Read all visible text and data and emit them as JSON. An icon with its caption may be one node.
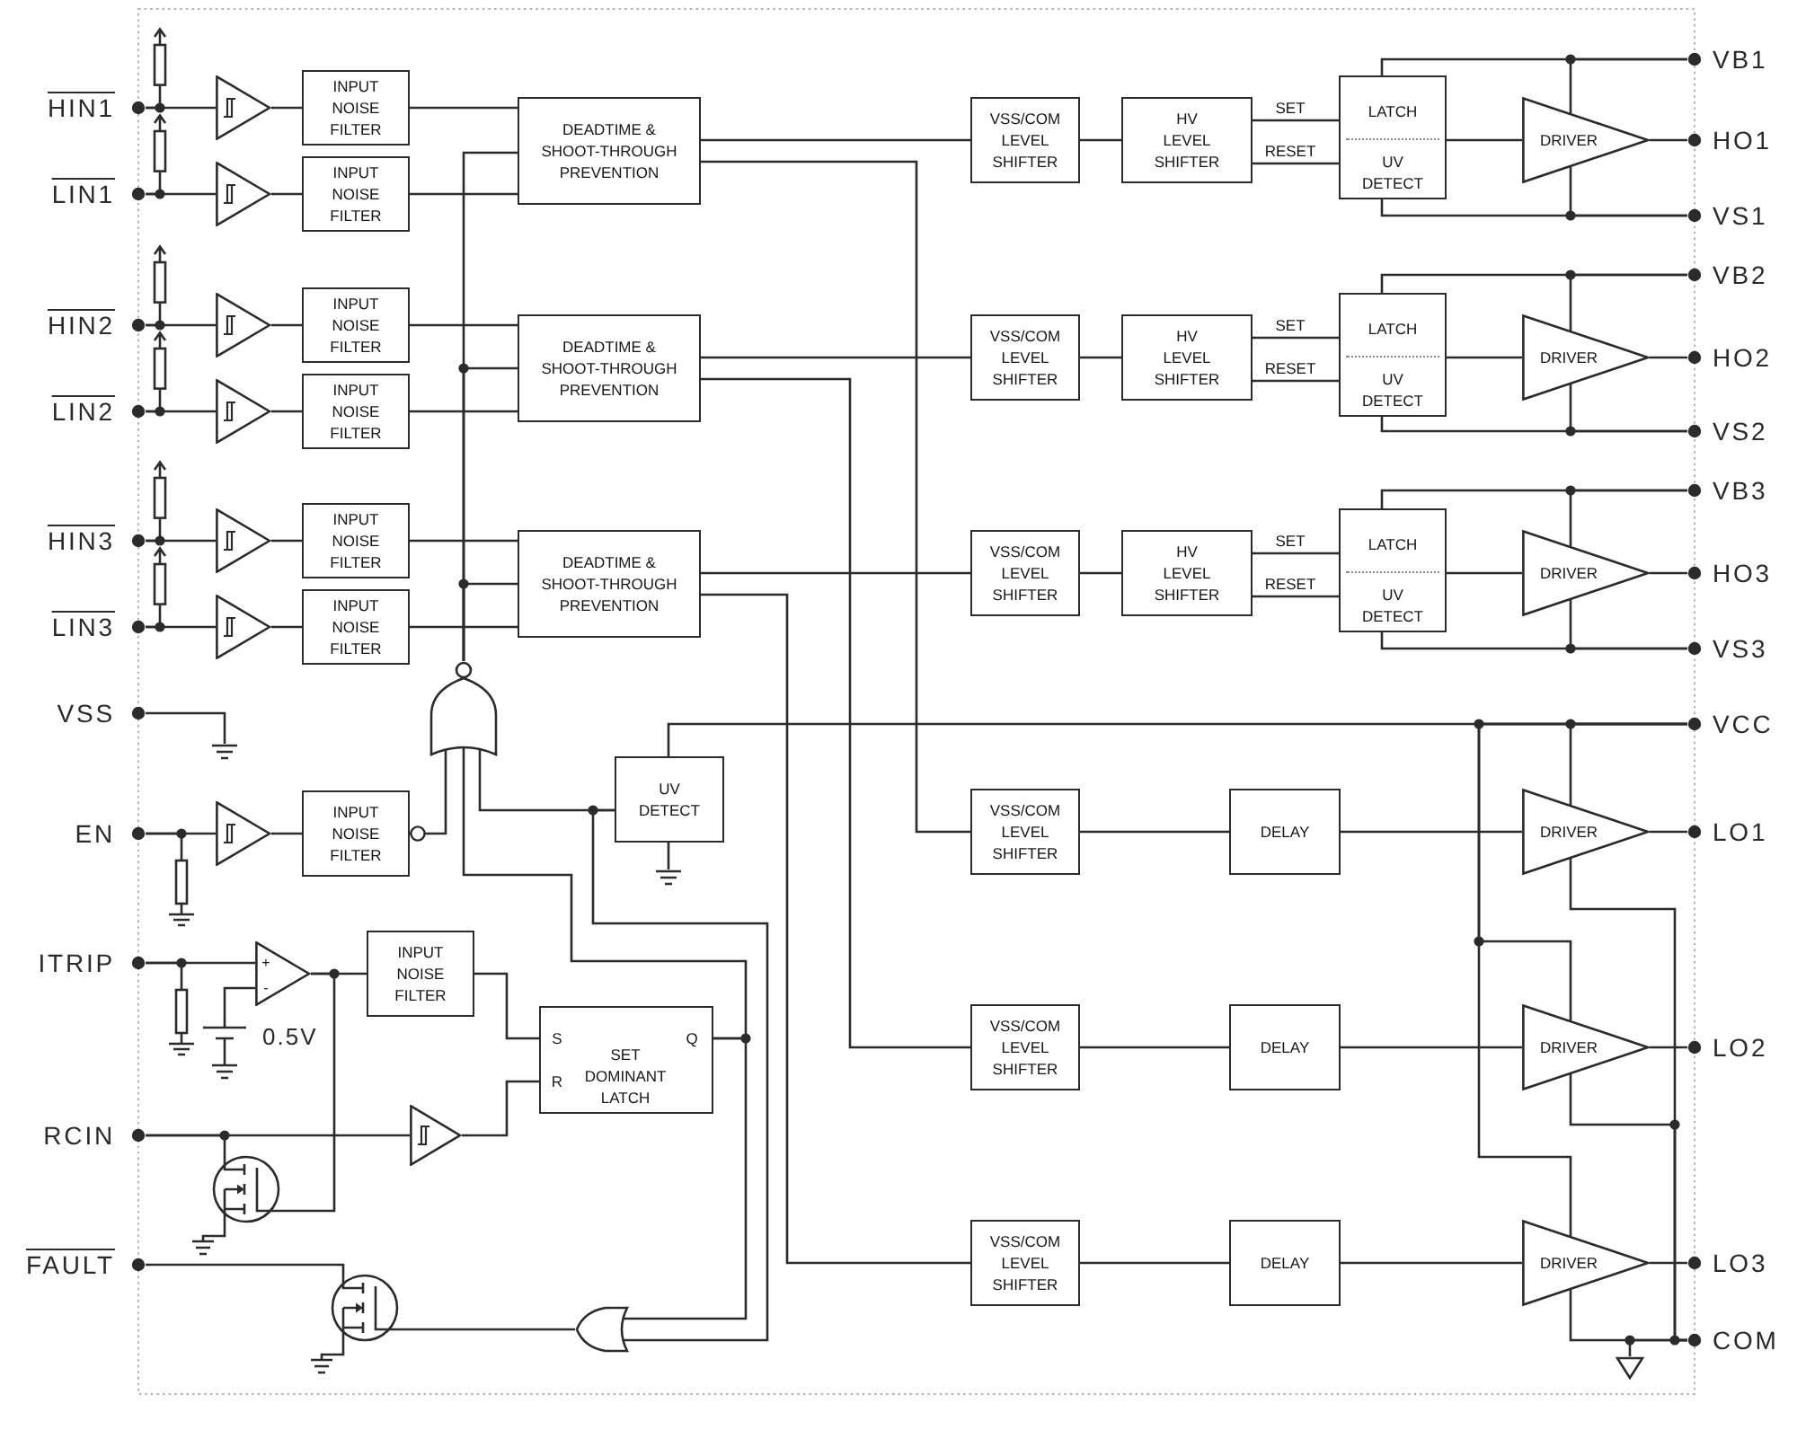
{
  "diagram": {
    "nodes": [
      {
        "text": [
          "HIN1"
        ]
      },
      {
        "text": [],
        "shape": "box"
      },
      {
        "text": [],
        "shape": "triangle"
      },
      {
        "text": [
          "INPUT NOISE FILTER"
        ]
      },
      {
        "text": [
          "LIN1"
        ]
      },
      {
        "text": [],
        "shape": "box"
      },
      {
        "text": [],
        "shape": "triangle"
      },
      {
        "text": [
          "INPUT NOISE FILTER"
        ]
      },
      {
        "text": [
          "DEADTIME & SHOOT-THROUGH PREVENTION"
        ]
      },
      {
        "text": [
          "VSS/COM LEVEL SHIFTER"
        ]
      },
      {
        "text": [
          "HV LEVEL SHIFTER"
        ]
      },
      {
        "text": [
          "LATCH",
          "UV DETECT"
        ]
      },
      {
        "text": [
          "DRIVER"
        ]
      },
      {
        "text": [
          "VB1"
        ]
      },
      {
        "text": [
          "HO1"
        ]
      },
      {
        "text": [
          "VS1"
        ]
      },
      {
        "text": [
          "HIN2"
        ]
      },
      {
        "text": [],
        "shape": "box"
      },
      {
        "text": [],
        "shape": "triangle"
      },
      {
        "text": [
          "INPUT NOISE FILTER"
        ]
      },
      {
        "text": [
          "LIN2"
        ]
      },
      {
        "text": [],
        "shape": "box"
      },
      {
        "text": [],
        "shape": "triangle"
      },
      {
        "text": [
          "INPUT NOISE FILTER"
        ]
      },
      {
        "text": [
          "DEADTIME & SHOOT-THROUGH PREVENTION"
        ]
      },
      {
        "text": [
          "VSS/COM LEVEL SHIFTER"
        ]
      },
      {
        "text": [
          "HV LEVEL SHIFTER"
        ]
      },
      {
        "text": [
          "LATCH",
          "UV DETECT"
        ]
      },
      {
        "text": [
          "DRIVER"
        ]
      },
      {
        "text": [
          "VB2"
        ]
      },
      {
        "text": [
          "HO2"
        ]
      },
      {
        "text": [
          "VS2"
        ]
      },
      {
        "text": [
          "HIN3"
        ]
      },
      {
        "text": [],
        "shape": "box"
      },
      {
        "text": [],
        "shape": "triangle"
      },
      {
        "text": [
          "INPUT NOISE FILTER"
        ]
      },
      {
        "text": [
          "LIN3"
        ]
      },
      {
        "text": [],
        "shape": "box"
      },
      {
        "text": [],
        "shape": "triangle"
      },
      {
        "text": [
          "INPUT NOISE FILTER"
        ]
      },
      {
        "text": [
          "DEADTIME & SHOOT-THROUGH PREVENTION"
        ]
      },
      {
        "text": [
          "VSS/COM LEVEL SHIFTER"
        ]
      },
      {
        "text": [
          "HV LEVEL SHIFTER"
        ]
      },
      {
        "text": [
          "LATCH",
          "UV DETECT"
        ]
      },
      {
        "text": [
          "DRIVER"
        ]
      },
      {
        "text": [
          "VB3"
        ]
      },
      {
        "text": [
          "HO3"
        ]
      },
      {
        "text": [
          "VS3"
        ]
      },
      {
        "text": [],
        "shape": "gate"
      },
      {
        "text": [
          "VSS"
        ]
      },
      {
        "text": [],
        "shape": "picture"
      },
      {
        "text": [
          "VCC"
        ]
      },
      {
        "text": [
          "EN"
        ]
      },
      {
        "text": [],
        "shape": "box"
      },
      {
        "text": [],
        "shape": "triangle"
      },
      {
        "text": [
          "INPUT NOISE FILTER"
        ]
      },
      {
        "text": [
          "UV DETECT"
        ]
      },
      {
        "text": [],
        "shape": "picture"
      },
      {
        "text": [
          "VSS/COM LEVEL SHIFTER"
        ]
      },
      {
        "text": [
          "DELAY"
        ]
      },
      {
        "text": [
          "DRIVER"
        ]
      },
      {
        "text": [
          "LO1"
        ]
      },
      {
        "text": [
          "ITRIP"
        ]
      },
      {
        "text": [],
        "shape": "box"
      },
      {
        "text": [
          "+",
          "-"
        ]
      },
      {
        "text": [],
        "shape": "picture",
        "beside": [
          "0.5V"
        ]
      },
      {
        "text": [
          "INPUT NOISE FILTER"
        ]
      },
      {
        "text": [
          "S",
          "R",
          "SET DOMINANT LATCH",
          "Q"
        ]
      },
      {
        "text": [
          "VSS/COM LEVEL SHIFTER"
        ]
      },
      {
        "text": [
          "DELAY"
        ]
      },
      {
        "text": [
          "DRIVER"
        ]
      },
      {
        "text": [
          "LO2"
        ]
      },
      {
        "text": [
          "RCIN"
        ]
      },
      {
        "text": [],
        "shape": "picture"
      },
      {
        "text": [],
        "shape": "triangle"
      },
      {
        "text": [
          "FAULT"
        ]
      },
      {
        "text": [],
        "shape": "picture"
      },
      {
        "text": [],
        "shape": "gate"
      },
      {
        "text": [
          "VSS/COM LEVEL SHIFTER"
        ]
      },
      {
        "text": [
          "DELAY"
        ]
      },
      {
        "text": [
          "DRIVER"
        ]
      },
      {
        "text": [
          "LO3"
        ]
      },
      {
        "text": [],
        "shape": "picture"
      },
      {
        "text": [
          "COM"
        ]
      }
    ],
    "edges": [
      {
        "from": 0,
        "to": 1,
        "arrow": "none"
      },
      {
        "from": 0,
        "to": 2,
        "arrow": "none"
      },
      {
        "from": 2,
        "to": 3,
        "arrow": "none"
      },
      {
        "from": 3,
        "to": 8,
        "arrow": "none"
      },
      {
        "from": 4,
        "to": 5,
        "arrow": "none"
      },
      {
        "from": 4,
        "to": 6,
        "arrow": "none"
      },
      {
        "from": 6,
        "to": 7,
        "arrow": "none"
      },
      {
        "from": 7,
        "to": 8,
        "arrow": "none"
      },
      {
        "from": 8,
        "to": 9,
        "arrow": "none"
      },
      {
        "from": 8,
        "to": 58,
        "arrow": "none"
      },
      {
        "from": 9,
        "to": 10,
        "arrow": "none"
      },
      {
        "from": 10,
        "to": 11,
        "label": "SET",
        "arrow": "none"
      },
      {
        "from": 10,
        "to": 11,
        "label": "RESET",
        "arrow": "none"
      },
      {
        "from": 11,
        "to": 12,
        "arrow": "none"
      },
      {
        "from": 12,
        "to": 14,
        "arrow": "none"
      },
      {
        "from": 13,
        "to": 11,
        "arrow": "none"
      },
      {
        "from": 13,
        "to": 12,
        "arrow": "none"
      },
      {
        "from": 15,
        "to": 11,
        "arrow": "none"
      },
      {
        "from": 15,
        "to": 12,
        "arrow": "none"
      },
      {
        "from": 16,
        "to": 17,
        "arrow": "none"
      },
      {
        "from": 16,
        "to": 18,
        "arrow": "none"
      },
      {
        "from": 18,
        "to": 19,
        "arrow": "none"
      },
      {
        "from": 19,
        "to": 24,
        "arrow": "none"
      },
      {
        "from": 20,
        "to": 21,
        "arrow": "none"
      },
      {
        "from": 20,
        "to": 22,
        "arrow": "none"
      },
      {
        "from": 22,
        "to": 23,
        "arrow": "none"
      },
      {
        "from": 23,
        "to": 24,
        "arrow": "none"
      },
      {
        "from": 24,
        "to": 25,
        "arrow": "none"
      },
      {
        "from": 24,
        "to": 68,
        "arrow": "none"
      },
      {
        "from": 25,
        "to": 26,
        "arrow": "none"
      },
      {
        "from": 26,
        "to": 27,
        "label": "SET",
        "arrow": "none"
      },
      {
        "from": 26,
        "to": 27,
        "label": "RESET",
        "arrow": "none"
      },
      {
        "from": 27,
        "to": 28,
        "arrow": "none"
      },
      {
        "from": 28,
        "to": 30,
        "arrow": "none"
      },
      {
        "from": 29,
        "to": 27,
        "arrow": "none"
      },
      {
        "from": 29,
        "to": 28,
        "arrow": "none"
      },
      {
        "from": 31,
        "to": 27,
        "arrow": "none"
      },
      {
        "from": 31,
        "to": 28,
        "arrow": "none"
      },
      {
        "from": 32,
        "to": 33,
        "arrow": "none"
      },
      {
        "from": 32,
        "to": 34,
        "arrow": "none"
      },
      {
        "from": 34,
        "to": 35,
        "arrow": "none"
      },
      {
        "from": 35,
        "to": 40,
        "arrow": "none"
      },
      {
        "from": 36,
        "to": 37,
        "arrow": "none"
      },
      {
        "from": 36,
        "to": 38,
        "arrow": "none"
      },
      {
        "from": 38,
        "to": 39,
        "arrow": "none"
      },
      {
        "from": 39,
        "to": 40,
        "arrow": "none"
      },
      {
        "from": 40,
        "to": 41,
        "arrow": "none"
      },
      {
        "from": 40,
        "to": 78,
        "arrow": "none"
      },
      {
        "from": 41,
        "to": 42,
        "arrow": "none"
      },
      {
        "from": 42,
        "to": 43,
        "label": "SET",
        "arrow": "none"
      },
      {
        "from": 42,
        "to": 43,
        "label": "RESET",
        "arrow": "none"
      },
      {
        "from": 43,
        "to": 44,
        "arrow": "none"
      },
      {
        "from": 44,
        "to": 46,
        "arrow": "none"
      },
      {
        "from": 45,
        "to": 43,
        "arrow": "none"
      },
      {
        "from": 45,
        "to": 44,
        "arrow": "none"
      },
      {
        "from": 47,
        "to": 43,
        "arrow": "none"
      },
      {
        "from": 47,
        "to": 44,
        "arrow": "none"
      },
      {
        "from": 48,
        "to": 8,
        "arrow": "none"
      },
      {
        "from": 48,
        "to": 24,
        "arrow": "none"
      },
      {
        "from": 48,
        "to": 40,
        "arrow": "none"
      },
      {
        "from": 49,
        "to": 50,
        "arrow": "none"
      },
      {
        "from": 51,
        "to": 56,
        "arrow": "none"
      },
      {
        "from": 51,
        "to": 60,
        "arrow": "none"
      },
      {
        "from": 51,
        "to": 70,
        "arrow": "none"
      },
      {
        "from": 51,
        "to": 80,
        "arrow": "none"
      },
      {
        "from": 52,
        "to": 53,
        "arrow": "none"
      },
      {
        "from": 52,
        "to": 54,
        "arrow": "none"
      },
      {
        "from": 54,
        "to": 55,
        "arrow": "none"
      },
      {
        "from": 55,
        "to": 48,
        "arrow": "other"
      },
      {
        "from": 56,
        "to": 57,
        "arrow": "none"
      },
      {
        "from": 56,
        "to": 48,
        "arrow": "none"
      },
      {
        "from": 56,
        "to": 77,
        "arrow": "none"
      },
      {
        "from": 58,
        "to": 59,
        "arrow": "none"
      },
      {
        "from": 59,
        "to": 60,
        "arrow": "none"
      },
      {
        "from": 60,
        "to": 61,
        "arrow": "none"
      },
      {
        "from": 62,
        "to": 63,
        "arrow": "none"
      },
      {
        "from": 62,
        "to": 64,
        "arrow": "none"
      },
      {
        "from": 65,
        "to": 64,
        "arrow": "none"
      },
      {
        "from": 64,
        "to": 66,
        "arrow": "none"
      },
      {
        "from": 64,
        "to": 73,
        "arrow": "none"
      },
      {
        "from": 66,
        "to": 67,
        "arrow": "none"
      },
      {
        "from": 67,
        "to": 48,
        "arrow": "none"
      },
      {
        "from": 67,
        "to": 77,
        "arrow": "none"
      },
      {
        "from": 68,
        "to": 69,
        "arrow": "none"
      },
      {
        "from": 69,
        "to": 70,
        "arrow": "none"
      },
      {
        "from": 70,
        "to": 71,
        "arrow": "none"
      },
      {
        "from": 72,
        "to": 74,
        "arrow": "none"
      },
      {
        "from": 72,
        "to": 73,
        "arrow": "none"
      },
      {
        "from": 74,
        "to": 67,
        "arrow": "none"
      },
      {
        "from": 75,
        "to": 76,
        "arrow": "none"
      },
      {
        "from": 77,
        "to": 76,
        "arrow": "none"
      },
      {
        "from": 78,
        "to": 79,
        "arrow": "none"
      },
      {
        "from": 79,
        "to": 80,
        "arrow": "none"
      },
      {
        "from": 80,
        "to": 81,
        "arrow": "none"
      },
      {
        "from": 60,
        "to": 83,
        "arrow": "none"
      },
      {
        "from": 70,
        "to": 83,
        "arrow": "none"
      },
      {
        "from": 80,
        "to": 83,
        "arrow": "none"
      },
      {
        "from": 82,
        "to": 83,
        "arrow": "none"
      }
    ]
  }
}
